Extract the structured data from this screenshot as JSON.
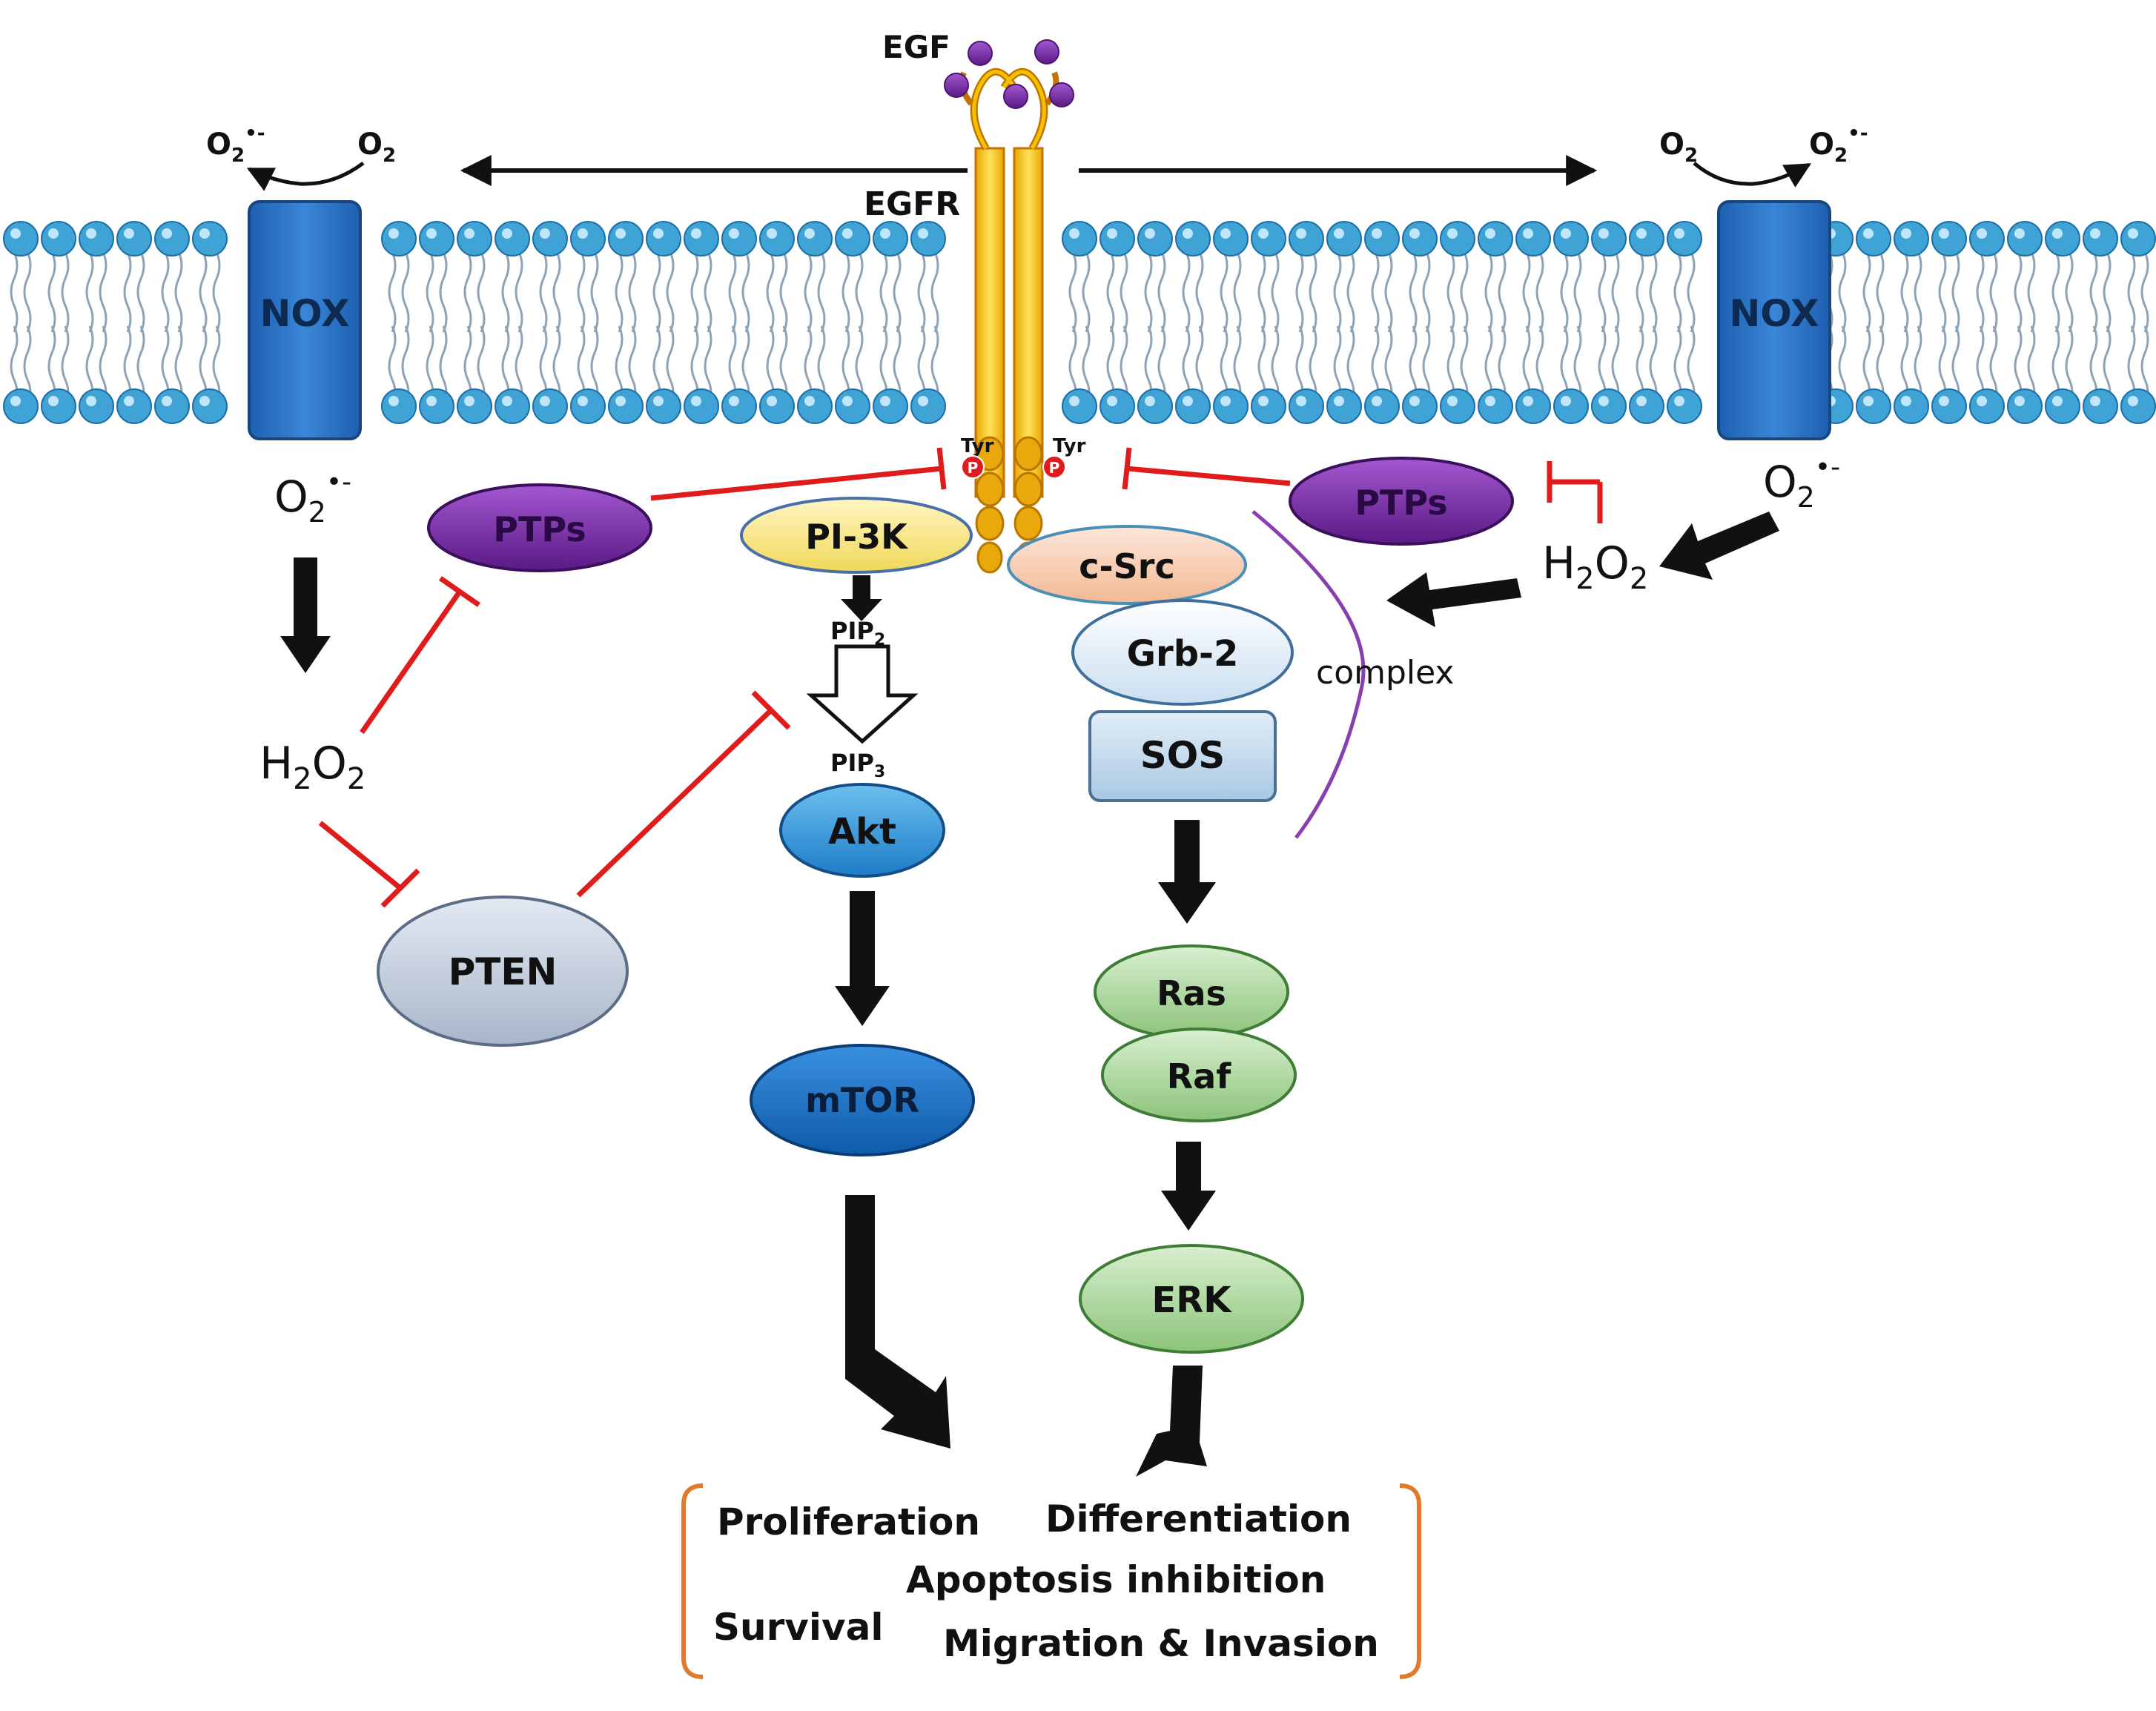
{
  "labels": {
    "egf": "EGF",
    "egfr": "EGFR",
    "nox": "NOX",
    "tyr": "Tyr",
    "p": "P",
    "complex": "complex",
    "o2": "O",
    "o2_sub": "2",
    "superoxide_base": "O",
    "superoxide_sub": "2",
    "superoxide_sup": "•-",
    "h2o2_h": "H",
    "h2o2_2a": "2",
    "h2o2_o": "O",
    "h2o2_2b": "2",
    "pip2": "PIP",
    "pip2_sub": "2",
    "pip3": "PIP",
    "pip3_sub": "3"
  },
  "nodes": {
    "ptps": "PTPs",
    "pi3k": "PI-3K",
    "csrc": "c-Src",
    "grb2": "Grb-2",
    "sos": "SOS",
    "akt": "Akt",
    "mtor": "mTOR",
    "pten": "PTEN",
    "ras": "Ras",
    "raf": "Raf",
    "erk": "ERK"
  },
  "outcomes": {
    "proliferation": "Proliferation",
    "differentiation": "Differentiation",
    "apoptosis": "Apoptosis inhibition",
    "survival": "Survival",
    "migration": "Migration & Invasion"
  },
  "colors": {
    "membrane_head": "#3fa3d6",
    "nox": "#2a6fc4",
    "receptor": "#f2c200",
    "inhibit": "#e01b1b",
    "ptps": "#7a2aa3",
    "pi3k": "#f6e27a",
    "csrc": "#f6cfb6",
    "grb2": "#dcecf6",
    "sos": "#bcd6ec",
    "akt": "#3a9ee0",
    "mtor": "#1a73c8",
    "pten": "#c9d3e2",
    "ras_raf_erk": "#a9d69a",
    "complex": "#8a3fb0",
    "bracket": "#e07a2c",
    "egf": "#7a3fb0"
  }
}
